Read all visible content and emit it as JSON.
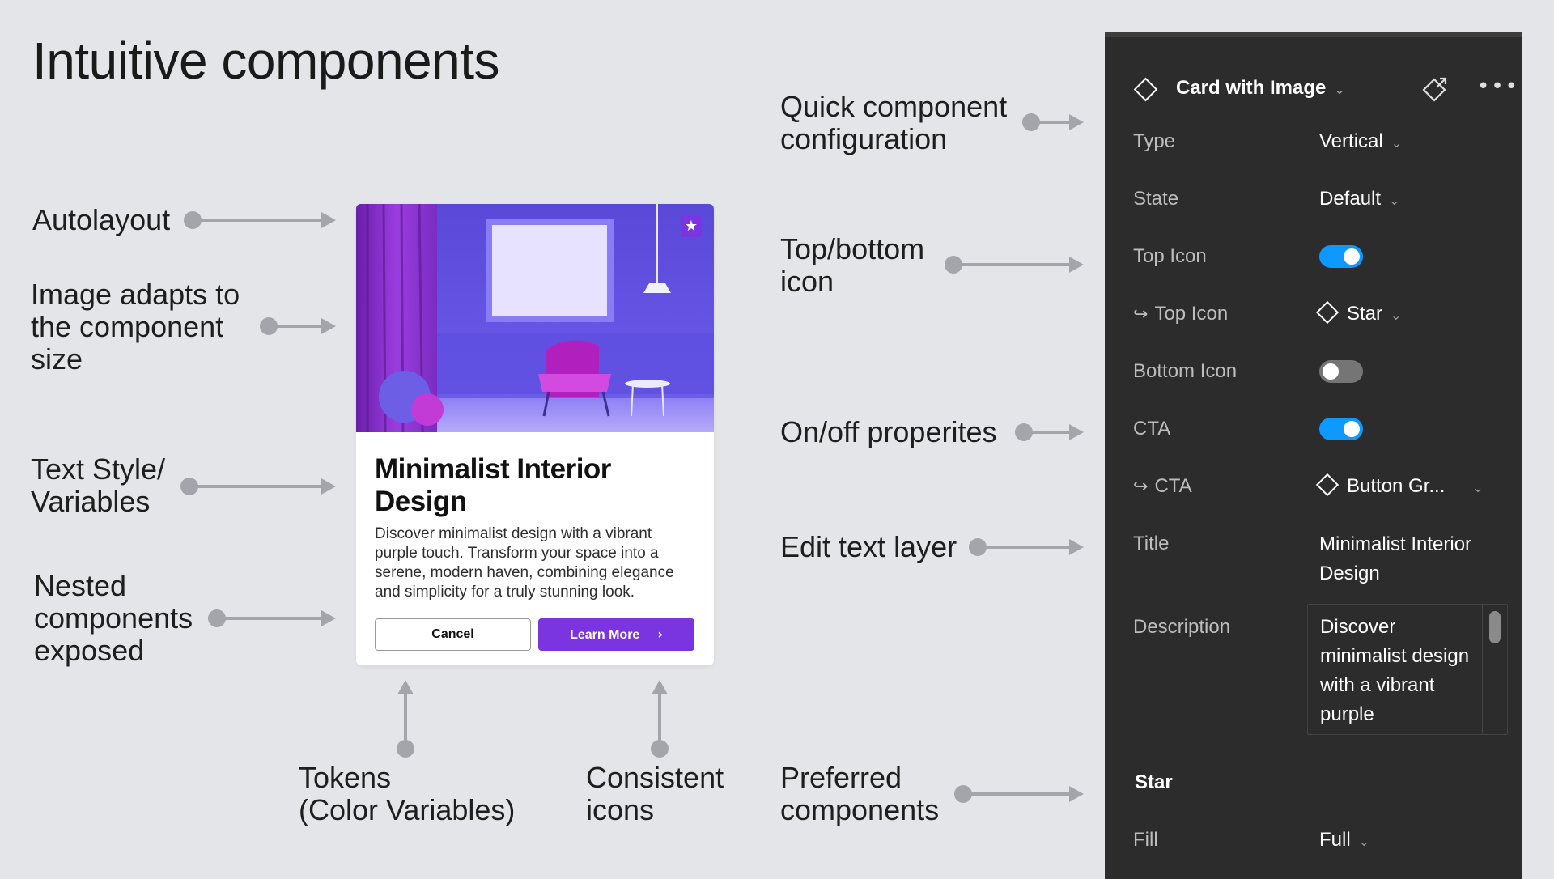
{
  "title": "Intuitive components",
  "annotations": {
    "autolayout": "Autolayout",
    "image_adapts": [
      "Image adapts to",
      "the component",
      "size"
    ],
    "text_style": [
      "Text Style/",
      "Variables"
    ],
    "nested": [
      "Nested",
      "components",
      "exposed"
    ],
    "tokens": [
      "Tokens",
      "(Color Variables)"
    ],
    "consistent_icons": [
      "Consistent",
      "icons"
    ],
    "quick_config": [
      "Quick component",
      "configuration"
    ],
    "top_bottom_icon": [
      "Top/bottom",
      "icon"
    ],
    "onoff": "On/off properites",
    "edit_text": "Edit text layer",
    "preferred": [
      "Preferred",
      "components"
    ]
  },
  "card": {
    "badge_icon": "star-icon",
    "title": "Minimalist Interior Design",
    "description": "Discover minimalist design with a vibrant purple touch. Transform your space into a serene, modern haven, combining elegance and simplicity for a truly stunning look.",
    "cancel_label": "Cancel",
    "learn_label": "Learn More",
    "accent": "#7b35e0"
  },
  "panel": {
    "component_name": "Card with Image",
    "type_label": "Type",
    "type_value": "Vertical",
    "state_label": "State",
    "state_value": "Default",
    "top_icon_label": "Top Icon",
    "top_icon_on": true,
    "top_icon_swap_label": "Top Icon",
    "top_icon_swap_value": "Star",
    "bottom_icon_label": "Bottom Icon",
    "bottom_icon_on": false,
    "cta_label": "CTA",
    "cta_on": true,
    "cta_swap_label": "CTA",
    "cta_swap_value": "Button Gr...",
    "title_label": "Title",
    "title_value": "Minimalist Interior Design",
    "description_label": "Description",
    "description_value": "Discover minimalist design with a vibrant purple",
    "section_label": "Star",
    "fill_label": "Fill",
    "fill_value": "Full",
    "toggle_on_color": "#0d99ff"
  }
}
